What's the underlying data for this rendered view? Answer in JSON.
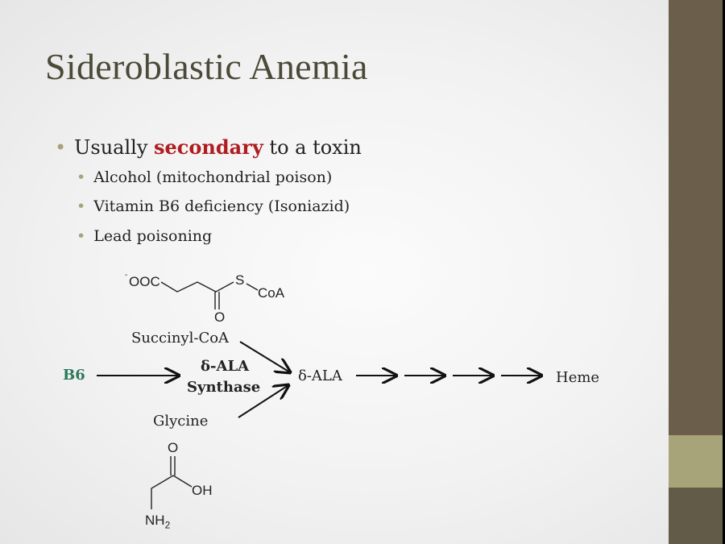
{
  "title": "Sideroblastic Anemia",
  "bullet": {
    "prefix": "Usually ",
    "emphasis": "secondary",
    "suffix": " to a toxin"
  },
  "sub_bullets": [
    "Alcohol (mitochondrial poison)",
    "Vitamin B6 deficiency (Isoniazid)",
    "Lead poisoning"
  ],
  "diagram": {
    "b6": "B6",
    "enzyme_line1": "δ-ALA",
    "enzyme_line2": "Synthase",
    "succinyl": "Succinyl-CoA",
    "glycine": "Glycine",
    "product": "δ-ALA",
    "end": "Heme",
    "succinyl_struct": {
      "charge": "-",
      "left": "OOC",
      "s": "S",
      "coa": "CoA",
      "o": "O"
    },
    "glycine_struct": {
      "o": "O",
      "oh": "OH",
      "nh": "NH",
      "sub": "2"
    }
  },
  "colors": {
    "accent_red": "#b01c20",
    "b6_green": "#2e7a5a",
    "sidebar": "#6b5e4a",
    "sidebar_band": "#a8a47a"
  }
}
